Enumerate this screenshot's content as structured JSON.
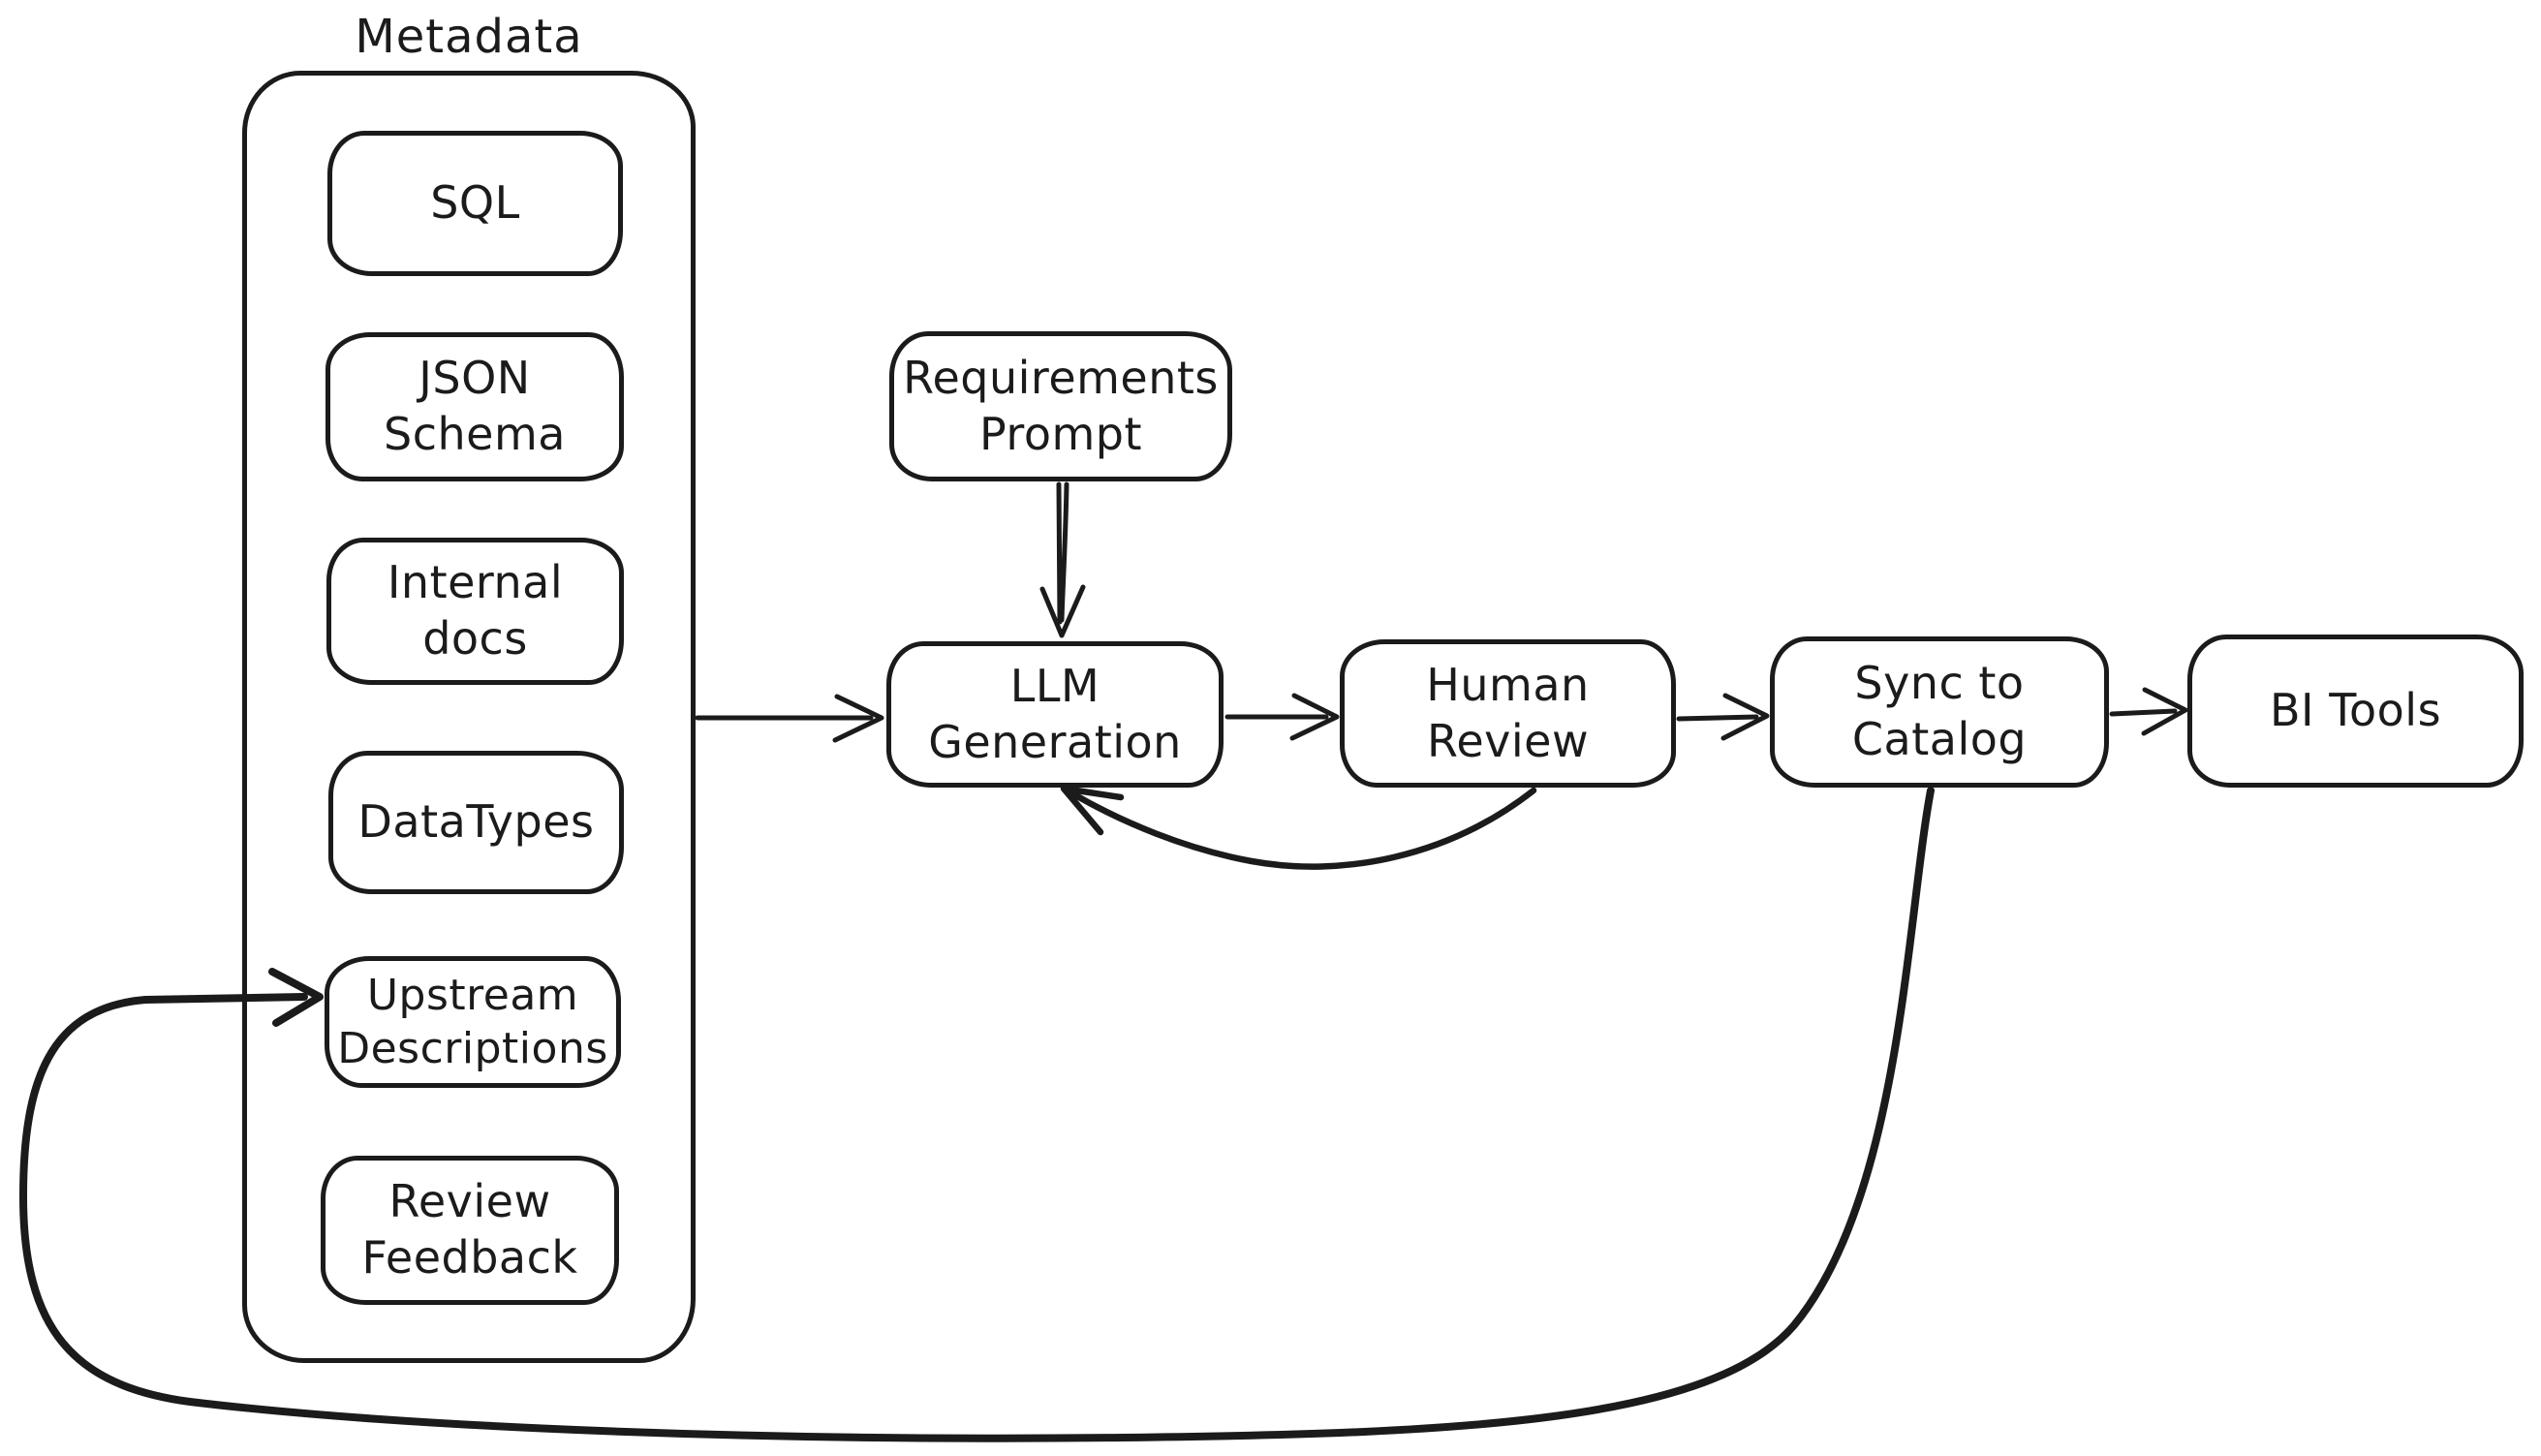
{
  "diagram": {
    "background": "#ffffff",
    "stroke_color": "#1b1b1b",
    "metadata_group": {
      "title": "Metadata",
      "items": [
        {
          "label": "SQL"
        },
        {
          "label": "JSON Schema"
        },
        {
          "label": "Internal docs"
        },
        {
          "label": "DataTypes"
        },
        {
          "label": "Upstream Descriptions"
        },
        {
          "label": "Review Feedback"
        }
      ]
    },
    "nodes": {
      "requirements_prompt": {
        "label": "Requirements Prompt"
      },
      "llm_generation": {
        "label": "LLM Generation"
      },
      "human_review": {
        "label": "Human Review"
      },
      "sync_to_catalog": {
        "label": "Sync to Catalog"
      },
      "bi_tools": {
        "label": "BI Tools"
      }
    },
    "edges": [
      {
        "from": "Metadata",
        "to": "LLM Generation",
        "style": "straight-arrow"
      },
      {
        "from": "Requirements Prompt",
        "to": "LLM Generation",
        "style": "straight-arrow"
      },
      {
        "from": "LLM Generation",
        "to": "Human Review",
        "style": "straight-arrow"
      },
      {
        "from": "Human Review",
        "to": "Sync to Catalog",
        "style": "straight-arrow"
      },
      {
        "from": "Sync to Catalog",
        "to": "BI Tools",
        "style": "straight-arrow"
      },
      {
        "from": "Human Review",
        "to": "LLM Generation",
        "style": "curved-feedback-arrow"
      },
      {
        "from": "Sync to Catalog",
        "to": "Upstream Descriptions",
        "style": "long-loop-arrow"
      }
    ]
  }
}
